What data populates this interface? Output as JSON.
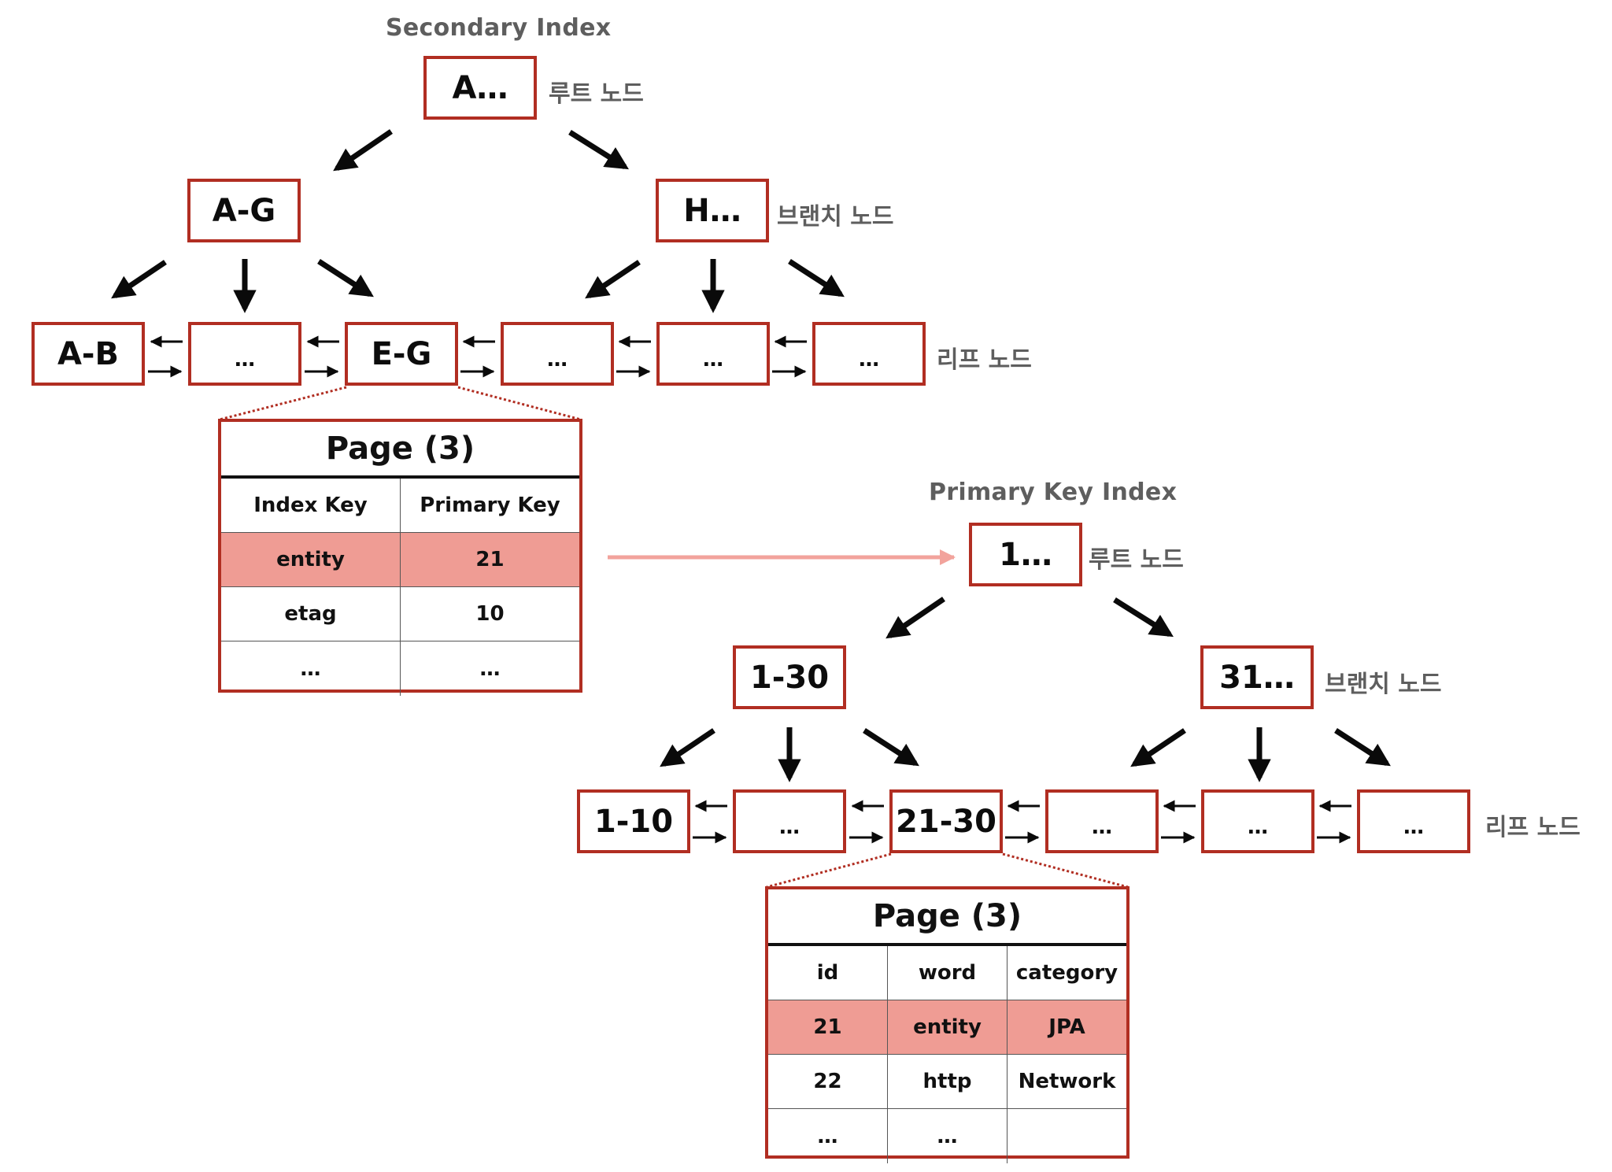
{
  "secondary_index": {
    "title": "Secondary Index",
    "root": {
      "label": "A…"
    },
    "branches": [
      {
        "label": "A-G"
      },
      {
        "label": "H…"
      }
    ],
    "leaves": [
      {
        "label": "A-B"
      },
      {
        "label": "…"
      },
      {
        "label": "E-G"
      },
      {
        "label": "…"
      },
      {
        "label": "…"
      },
      {
        "label": "…"
      }
    ],
    "level_labels": {
      "root": "루트 노드",
      "branch": "브랜치 노드",
      "leaf": "리프 노드"
    },
    "page": {
      "title": "Page (3)",
      "columns": [
        "Index Key",
        "Primary Key"
      ],
      "rows": [
        {
          "cells": [
            "entity",
            "21"
          ],
          "highlighted": true
        },
        {
          "cells": [
            "etag",
            "10"
          ],
          "highlighted": false
        },
        {
          "cells": [
            "…",
            "…"
          ],
          "highlighted": false
        }
      ]
    }
  },
  "primary_key_index": {
    "title": "Primary Key Index",
    "root": {
      "label": "1…"
    },
    "branches": [
      {
        "label": "1-30"
      },
      {
        "label": "31…"
      }
    ],
    "leaves": [
      {
        "label": "1-10"
      },
      {
        "label": "…"
      },
      {
        "label": "21-30"
      },
      {
        "label": "…"
      },
      {
        "label": "…"
      },
      {
        "label": "…"
      }
    ],
    "level_labels": {
      "root": "루트 노드",
      "branch": "브랜치 노드",
      "leaf": "리프 노드"
    },
    "page": {
      "title": "Page (3)",
      "columns": [
        "id",
        "word",
        "category"
      ],
      "rows": [
        {
          "cells": [
            "21",
            "entity",
            "JPA"
          ],
          "highlighted": true
        },
        {
          "cells": [
            "22",
            "http",
            "Network"
          ],
          "highlighted": false
        },
        {
          "cells": [
            "…",
            "…",
            ""
          ],
          "highlighted": false
        }
      ]
    }
  },
  "colors": {
    "node_border": "#b12e22",
    "highlight_row": "#ef9c94",
    "lookup_arrow": "#f2a39c",
    "label_gray": "#5e5e5e"
  }
}
